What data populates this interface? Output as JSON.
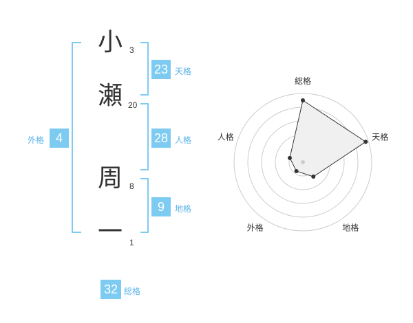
{
  "name": {
    "chars": [
      {
        "char": "小",
        "strokes": "3"
      },
      {
        "char": "瀬",
        "strokes": "20"
      },
      {
        "char": "周",
        "strokes": "8"
      },
      {
        "char": "一",
        "strokes": "1"
      }
    ]
  },
  "fortunes": {
    "gaikaku": {
      "value": "4",
      "label": "外格"
    },
    "tenkaku": {
      "value": "23",
      "label": "天格"
    },
    "jinkaku": {
      "value": "28",
      "label": "人格"
    },
    "chikaku": {
      "value": "9",
      "label": "地格"
    },
    "soukaku": {
      "value": "32",
      "label": "総格"
    }
  },
  "colors": {
    "accent": "#7ecbf2",
    "label_text": "#5bb4e8",
    "grid": "#cccccc",
    "fill": "#f0f0f0"
  },
  "chart_data": {
    "type": "radar",
    "axes": [
      "総格",
      "天格",
      "地格",
      "外格",
      "人格"
    ],
    "values": [
      4.5,
      4.8,
      1.3,
      0.8,
      1.0
    ],
    "max": 5,
    "rings": 5
  }
}
